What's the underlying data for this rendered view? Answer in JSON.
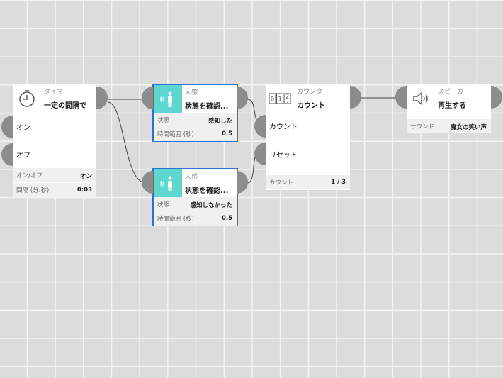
{
  "nodes": {
    "timer": {
      "category": "タイマー",
      "title": "一定の間隔で",
      "inputs": [
        "オン",
        "オフ"
      ],
      "props": [
        {
          "key": "オン/オフ",
          "value": "オン"
        },
        {
          "key": "間隔 (分:秒)",
          "value": "0:03"
        }
      ]
    },
    "motion1": {
      "category": "人感",
      "title": "状態を確認...",
      "props": [
        {
          "key": "状態",
          "value": "感知した"
        },
        {
          "key": "時間範囲 (秒)",
          "value": "0.5"
        }
      ]
    },
    "motion2": {
      "category": "人感",
      "title": "状態を確認...",
      "props": [
        {
          "key": "状態",
          "value": "感知しなかった"
        },
        {
          "key": "時間範囲 (秒)",
          "value": "0.5"
        }
      ]
    },
    "counter": {
      "category": "カウンター",
      "title": "カウント",
      "icon_digits": "012",
      "inputs": [
        "カウント",
        "リセット"
      ],
      "props": [
        {
          "key": "カウント",
          "value": "1 / 3"
        }
      ]
    },
    "speaker": {
      "category": "スピーカー",
      "title": "再生する",
      "props": [
        {
          "key": "サウンド",
          "value": "魔女の笑い声"
        }
      ]
    }
  },
  "icons": {
    "timer": "clock-icon",
    "motion": "motion-sensor-icon",
    "counter": "counter-icon",
    "speaker": "speaker-icon"
  },
  "colors": {
    "selection": "#2a72d4",
    "motion_icon_bg": "#5fd6cf",
    "connector": "#8c8c8c",
    "grid_bg": "#dcdcdc",
    "grid_line": "#f4f4f4"
  }
}
